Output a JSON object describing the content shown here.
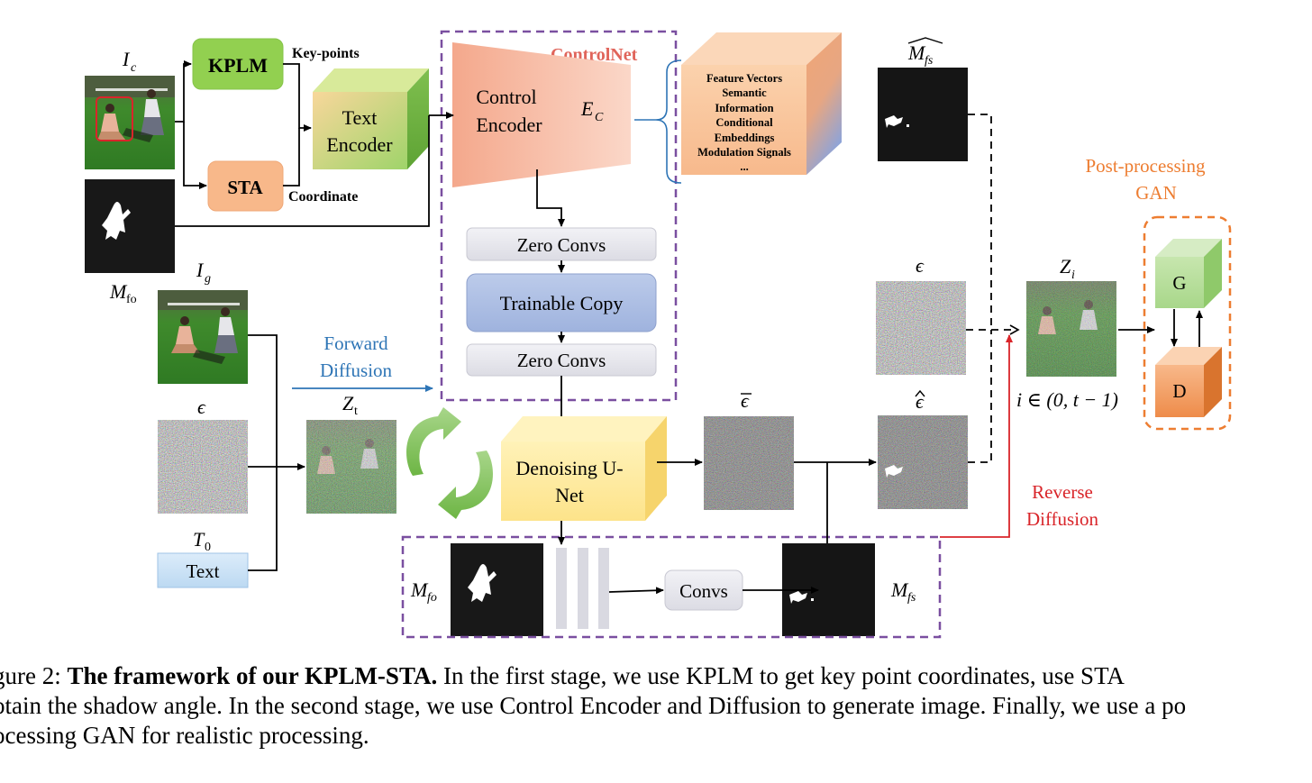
{
  "labels": {
    "ic": "I",
    "ic_sub": "c",
    "ig": "I",
    "ig_sub": "g",
    "mfo_left": "M",
    "mfo_left_sub": "fo",
    "mhat": "M",
    "mhat_sub": "fs",
    "eps_top": "ϵ",
    "eps_left": "ϵ",
    "eps_bar": "ϵ",
    "eps_hat": "ϵ",
    "zt": "Z",
    "zt_sub": "t",
    "zi": "Z",
    "zi_sub": "i",
    "t0": "T",
    "t0_sub": "0",
    "range": "i ∈ (0, t − 1)",
    "mfo_bottom": "M",
    "mfo_bottom_sub": "fo",
    "mfs_bottom": "M",
    "mfs_bottom_sub": "fs",
    "ec": "E",
    "ec_sub": "C"
  },
  "blocks": {
    "kplm": "KPLM",
    "sta": "STA",
    "keypoints": "Key-points",
    "coordinate": "Coordinate",
    "text_encoder_1": "Text",
    "text_encoder_2": "Encoder",
    "controlnet": "ControlNet",
    "control_encoder_1": "Control",
    "control_encoder_2": "Encoder",
    "zero_convs_top": "Zero Convs",
    "trainable_copy": "Trainable Copy",
    "zero_convs_bottom": "Zero Convs",
    "forward_diffusion_1": "Forward",
    "forward_diffusion_2": "Diffusion",
    "denoising_1": "Denoising U-",
    "denoising_2": "Net",
    "convs": "Convs",
    "text": "Text",
    "reverse_diffusion_1": "Reverse",
    "reverse_diffusion_2": "Diffusion",
    "post_gan_1": "Post-processing",
    "post_gan_2": "GAN",
    "g": "G",
    "d": "D"
  },
  "feature_list": [
    "Feature Vectors",
    "Semantic",
    "Information",
    "Conditional",
    "Embeddings",
    "Modulation Signals",
    "..."
  ],
  "caption": {
    "prefix": "gure 2: ",
    "bold": "The framework of our KPLM-STA.",
    "line1_rest": " In the first stage, we use KPLM to get key point coordinates, use STA",
    "line2": "otain the shadow angle. In the second stage, we use Control Encoder and Diffusion to generate image. Finally, we use a po",
    "line3": "ocessing GAN for realistic processing."
  },
  "colors": {
    "controlnet_red": "#e0645a",
    "forward_blue": "#2e75b6",
    "reverse_red": "#d9252a",
    "post_orange": "#ed7d31",
    "dashed_purple": "#7a4fa0"
  }
}
